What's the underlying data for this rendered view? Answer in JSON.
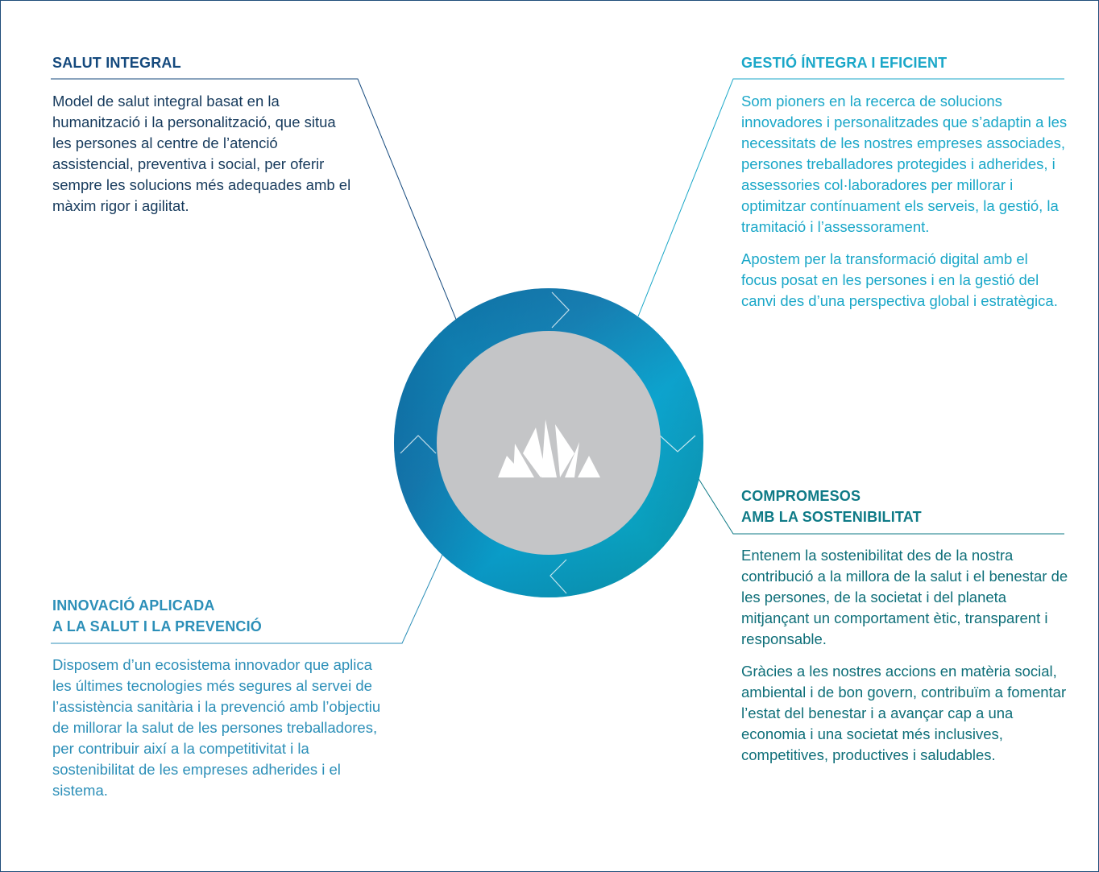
{
  "sections": {
    "salut": {
      "title_lines": [
        "SALUT INTEGRAL"
      ],
      "paragraphs": [
        "Model de salut integral basat en la humanització i la personalització, que situa les persones al centre de l’atenció assistencial, preventiva i social, per oferir sempre les solucions més adequades amb el màxim rigor i agilitat."
      ]
    },
    "gestio": {
      "title_lines": [
        "GESTIÓ ÍNTEGRA I EFICIENT"
      ],
      "paragraphs": [
        "Som pioners en la recerca de solucions innovadores i personalitzades que s’adaptin a les necessitats de les nostres empreses associades, persones treballadores protegides i adherides, i assessories col·laboradores per millorar i optimitzar contínuament els serveis, la gestió, la tramitació i l’assessorament.",
        "Apostem per la transformació digital amb el focus posat en les persones i en la gestió del canvi des d’una perspectiva global i estratègica."
      ]
    },
    "compromesos": {
      "title_lines": [
        "COMPROMESOS",
        "AMB LA SOSTENIBILITAT"
      ],
      "paragraphs": [
        "Entenem la sostenibilitat des de la nostra contribució a la millora de la salut i el benestar de les persones, de la societat i del planeta mitjançant un comportament ètic, transparent i responsable.",
        "Gràcies a les nostres accions en matèria social, ambiental i de bon govern, contribuïm a fomentar l’estat del benestar i a avançar cap a una economia i una societat més inclusives, competitives, productives i saludables."
      ]
    },
    "innovacio": {
      "title_lines": [
        "INNOVACIÓ APLICADA",
        "A LA SALUT I LA PREVENCIÓ"
      ],
      "paragraphs": [
        "Disposem d’un ecosistema innovador que aplica les últimes tecnologies més segures al servei de l’assistència sanitària i la prevenció amb l’objectiu de millorar la salut de les persones treballadores, per contribuir així a la competitivitat i la sostenibilitat de les empreses adherides i el sistema."
      ]
    }
  },
  "colors": {
    "dark_blue": "#14497d",
    "cyan": "#1aa7c8",
    "teal": "#0e7a86",
    "light_blue": "#2c8fb8",
    "center_grey": "#c4c5c7"
  },
  "logo": {
    "icon": "fan-logo-icon"
  }
}
